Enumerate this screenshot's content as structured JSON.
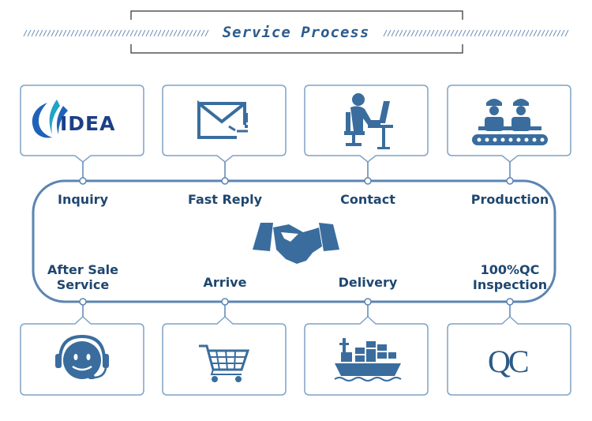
{
  "title": "Service Process",
  "logo": {
    "text": "IDEA",
    "colors": {
      "wing_blue": "#1e63b8",
      "wing_teal": "#22a3c8"
    }
  },
  "steps_top": [
    {
      "label": "Inquiry",
      "icon": "idea-logo-icon"
    },
    {
      "label": "Fast Reply",
      "icon": "mail-reply-icon"
    },
    {
      "label": "Contact",
      "icon": "person-at-desk-icon"
    },
    {
      "label": "Production",
      "icon": "workers-conveyor-icon"
    }
  ],
  "steps_bottom": [
    {
      "label_line1": "After Sale",
      "label_line2": "Service",
      "icon": "customer-service-headset-icon"
    },
    {
      "label": "Arrive",
      "icon": "shopping-cart-icon"
    },
    {
      "label": "Delivery",
      "icon": "cargo-ship-icon"
    },
    {
      "label_line1": "100%QC",
      "label_line2": "Inspection",
      "icon": "qc-text-icon"
    }
  ],
  "center_icon": "handshake-icon",
  "qc_text": "QC",
  "colors": {
    "primary": "#3a6d9e",
    "border": "#7fa2c5",
    "text": "#1f4770",
    "title": "#2b5b8c"
  }
}
